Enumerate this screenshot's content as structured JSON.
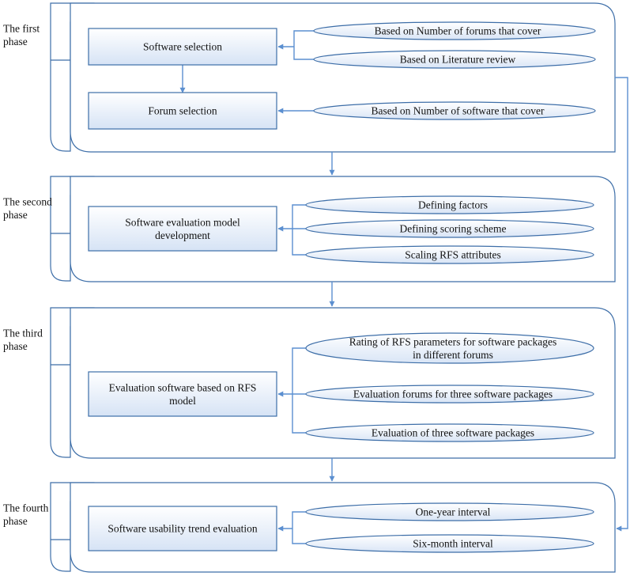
{
  "phases": [
    {
      "label": [
        "The first",
        "phase"
      ],
      "steps": [
        {
          "lines": [
            "Software selection"
          ]
        },
        {
          "lines": [
            "Forum selection"
          ]
        }
      ],
      "criteria": [
        {
          "lines": [
            "Based on Number of forums that cover"
          ]
        },
        {
          "lines": [
            "Based on  Literature review"
          ]
        },
        {
          "lines": [
            "Based on Number of software that cover"
          ]
        }
      ]
    },
    {
      "label": [
        "The second",
        "phase"
      ],
      "steps": [
        {
          "lines": [
            "Software evaluation model",
            "development"
          ]
        }
      ],
      "criteria": [
        {
          "lines": [
            "Defining factors"
          ]
        },
        {
          "lines": [
            "Defining scoring scheme"
          ]
        },
        {
          "lines": [
            "Scaling RFS attributes"
          ]
        }
      ]
    },
    {
      "label": [
        "The third",
        "phase"
      ],
      "steps": [
        {
          "lines": [
            "Evaluation software based on RFS",
            "model"
          ]
        }
      ],
      "criteria": [
        {
          "lines": [
            "Rating of RFS parameters for software packages",
            "in different forums"
          ]
        },
        {
          "lines": [
            "Evaluation forums for three software packages"
          ]
        },
        {
          "lines": [
            "Evaluation of three software packages"
          ]
        }
      ]
    },
    {
      "label": [
        "The fourth",
        "phase"
      ],
      "steps": [
        {
          "lines": [
            "Software usability trend evaluation"
          ]
        }
      ],
      "criteria": [
        {
          "lines": [
            "One-year interval"
          ]
        },
        {
          "lines": [
            "Six-month interval"
          ]
        }
      ]
    }
  ],
  "colors": {
    "border": "#3d6ea8",
    "connector": "#5b8fd0",
    "box_fill_top": "#ffffff",
    "box_fill_bottom": "#d6e3f5"
  }
}
